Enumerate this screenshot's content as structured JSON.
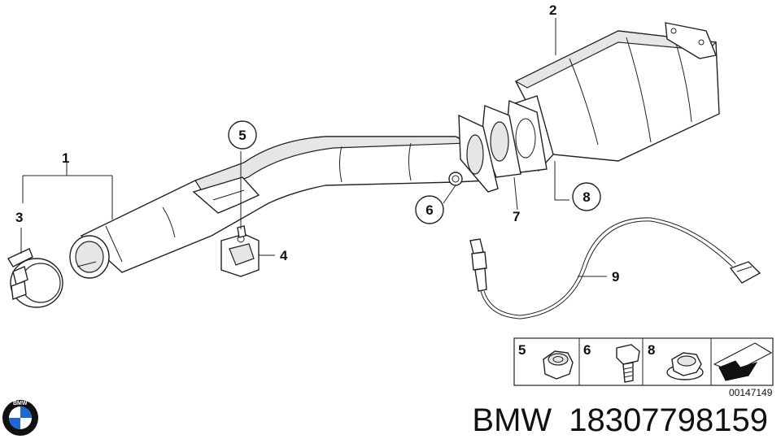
{
  "callouts": {
    "c1": "1",
    "c2": "2",
    "c3": "3",
    "c4": "4",
    "c5": "5",
    "c6": "6",
    "c7": "7",
    "c8": "8",
    "c9": "9"
  },
  "legend": {
    "items": [
      {
        "number": "5",
        "icon": "nut-icon"
      },
      {
        "number": "6",
        "icon": "bolt-icon"
      },
      {
        "number": "8",
        "icon": "flange-nut-icon"
      }
    ],
    "reference": "00147149"
  },
  "caption": {
    "brand": "BMW",
    "part_number": "18307798159"
  },
  "logo": {
    "text": "BMW",
    "icon": "bmw-roundel-icon",
    "colors": {
      "blue": "#1c69d4",
      "black": "#111111",
      "white": "#ffffff"
    }
  }
}
